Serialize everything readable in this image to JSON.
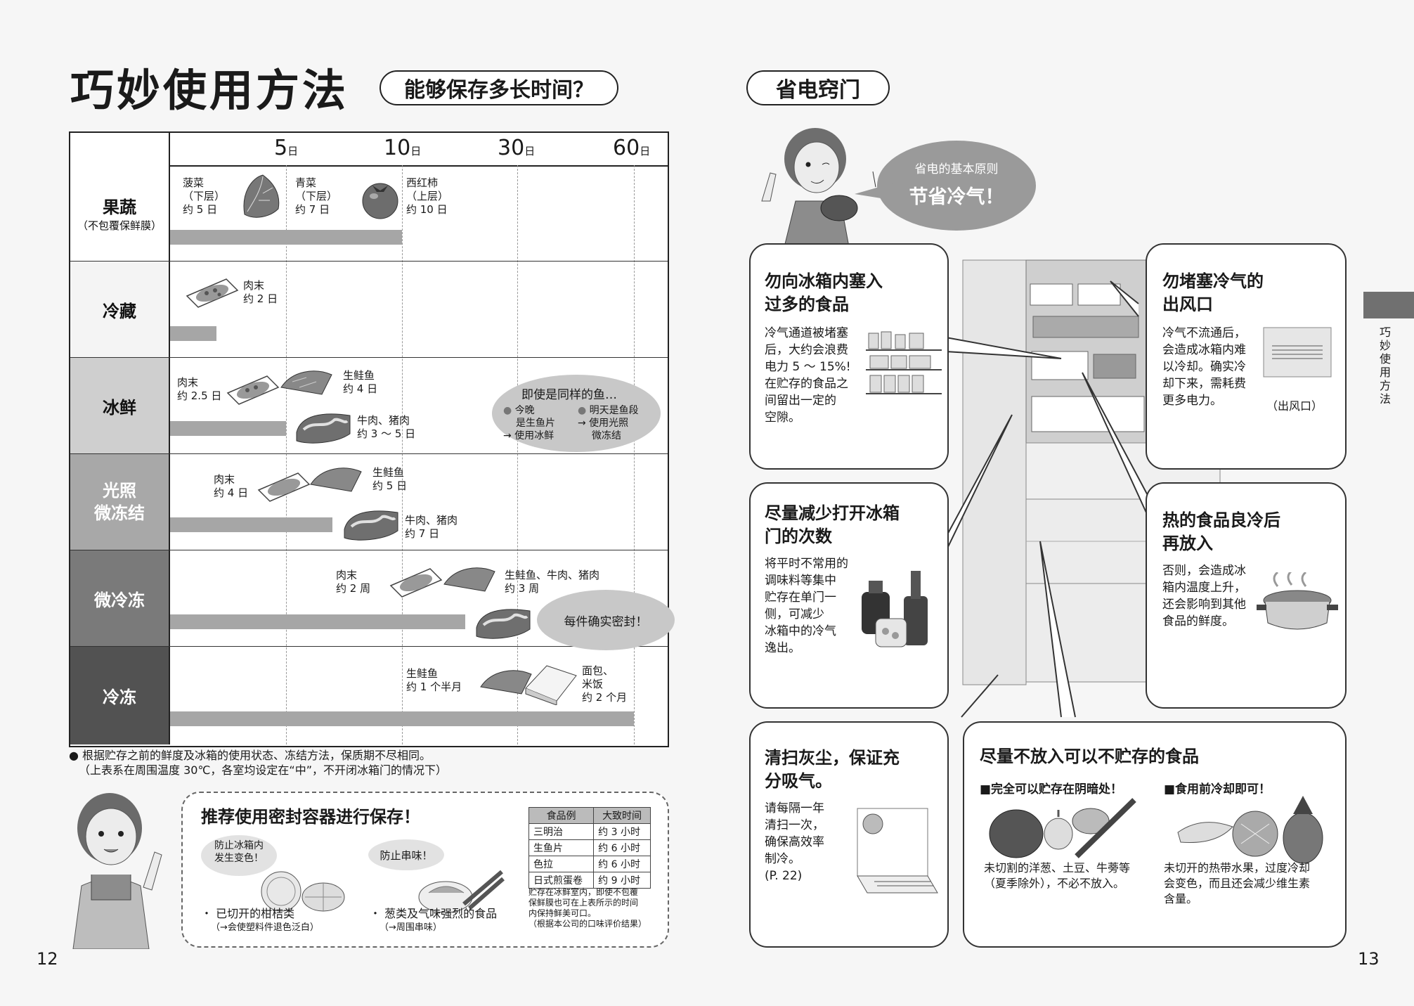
{
  "left": {
    "title": "巧妙使用方法",
    "subtitle": "能够保存多长时间？",
    "day_unit": "日",
    "ticks": [
      "5",
      "10",
      "30",
      "60"
    ],
    "rows": [
      {
        "label": "果蔬",
        "sub": "（不包覆保鲜膜）",
        "shade": "#ffffff",
        "fg": "#111111",
        "items": [
          {
            "name": "菠菜",
            "pos": "（下层）",
            "dur": "约 5 日"
          },
          {
            "name": "青菜",
            "pos": "（下层）",
            "dur": "约 7 日"
          },
          {
            "name": "西红柿",
            "pos": "（上层）",
            "dur": "约 10 日"
          }
        ],
        "bar_days": 10
      },
      {
        "label": "冷藏",
        "shade": "#f4f4f4",
        "fg": "#111111",
        "items": [
          {
            "name": "肉末",
            "dur": "约 2 日"
          }
        ],
        "bar_days": 2
      },
      {
        "label": "冰鲜",
        "shade": "#cfcfcf",
        "fg": "#111111",
        "items": [
          {
            "name": "肉末",
            "dur": "约 2.5 日"
          },
          {
            "name": "生鲑鱼",
            "dur": "约 4 日"
          },
          {
            "name": "牛肉、猪肉",
            "dur": "约 3 ～ 5 日"
          }
        ],
        "bar_days": 5
      },
      {
        "label": "光照\n微冻结",
        "shade": "#a8a8a8",
        "fg": "#ffffff",
        "items": [
          {
            "name": "肉末",
            "dur": "约 4 日"
          },
          {
            "name": "生鲑鱼",
            "dur": "约 5 日"
          },
          {
            "name": "牛肉、猪肉",
            "dur": "约 7 日"
          }
        ],
        "bar_days": 7
      },
      {
        "label": "微冷冻",
        "shade": "#7a7a7a",
        "fg": "#ffffff",
        "items": [
          {
            "name": "肉末",
            "dur": "约 2 周"
          },
          {
            "name": "生鲑鱼、牛肉、猪肉",
            "dur": "约 3 周"
          }
        ],
        "bar_days": 21
      },
      {
        "label": "冷冻",
        "shade": "#525252",
        "fg": "#ffffff",
        "items": [
          {
            "name": "生鲑鱼",
            "dur": "约 1 个半月"
          },
          {
            "name": "面包、",
            "name2": "米饭",
            "dur": "约 2 个月"
          }
        ],
        "bar_days": 60
      }
    ],
    "fish_bubble": {
      "title": "即使是同样的鱼…",
      "a1": "今晚",
      "a2": "是生鱼片",
      "a3": "→ 使用冰鲜",
      "b1": "明天是鱼段",
      "b2": "→ 使用光照",
      "b3": "微冻结"
    },
    "seal_bubble": "每件确实密封！",
    "note1": "● 根据贮存之前的鲜度及冰箱的使用状态、冻结方法，保质期不尽相同。",
    "note2": "（上表系在周围温度 30℃，各室均设定在“中”，不开闭冰箱门的情况下）",
    "tip": {
      "title": "推荐使用密封容器进行保存！",
      "bubble1a": "防止冰箱内",
      "bubble1b": "发生变色！",
      "bubble2": "防止串味！",
      "item1": "・ 已切开的柑桔类",
      "item1sub": "（→会使塑料件退色泛白）",
      "item2": "・ 葱类及气味强烈的食品",
      "item2sub": "（→周围串味）",
      "table_headers": [
        "食品例",
        "大致时间"
      ],
      "table_rows": [
        [
          "三明治",
          "约 3 小时"
        ],
        [
          "生鱼片",
          "约 6 小时"
        ],
        [
          "色拉",
          "约 6 小时"
        ],
        [
          "日式煎蛋卷",
          "约 9 小时"
        ]
      ],
      "footnote1": "贮存在冰鲜室内，即使不包覆",
      "footnote2": "保鲜膜也可在上表所示的时间",
      "footnote3": "内保持鲜美可口。",
      "footnote4": "（根据本公司的口味评价结果）"
    },
    "page_number": "12"
  },
  "right": {
    "title": "省电窍门",
    "speech_small": "省电的基本原则",
    "speech_big": "节省冷气！",
    "box1": {
      "h1": "勿向冰箱内塞入",
      "h2": "过多的食品",
      "lines": [
        "冷气通道被堵塞",
        "后，大约会浪费",
        "电力 5 ～ 15%!",
        "在贮存的食品之",
        "间留出一定的",
        "空隙。"
      ]
    },
    "box2": {
      "h1": "勿堵塞冷气的",
      "h2": "出风口",
      "lines": [
        "冷气不流通后，",
        "会造成冰箱内难",
        "以冷却。确实冷",
        "却下来，需耗费",
        "更多电力。"
      ],
      "caption": "（出风口）"
    },
    "box3": {
      "h1": "尽量减少打开冰箱",
      "h2": "门的次数",
      "lines": [
        "将平时不常用的",
        "调味料等集中",
        "贮存在单门一",
        "侧，可减少",
        "冰箱中的冷气",
        "逸出。"
      ]
    },
    "box4": {
      "h1": "热的食品良冷后",
      "h2": "再放入",
      "lines": [
        "否则，会造成冰",
        "箱内温度上升，",
        "还会影响到其他",
        "食品的鲜度。"
      ]
    },
    "box5": {
      "h1": "清扫灰尘，保证充",
      "h2": "分吸气。",
      "lines": [
        "请每隔一年",
        "清扫一次，",
        "确保高效率",
        "制冷。",
        "(P. 22)"
      ]
    },
    "box6": {
      "h": "尽量不放入可以不贮存的食品",
      "sub1": "■完全可以贮存在阴暗处！",
      "sub2": "■食用前冷却即可！",
      "t1a": "未切割的洋葱、土豆、牛蒡等",
      "t1b": "（夏季除外），不必不放入。",
      "t2a": "未切开的热带水果，过度冷却",
      "t2b": "会变色，而且还会减少维生素",
      "t2c": "含量。"
    },
    "side_tab": "巧妙使用方法",
    "page_number": "13"
  }
}
